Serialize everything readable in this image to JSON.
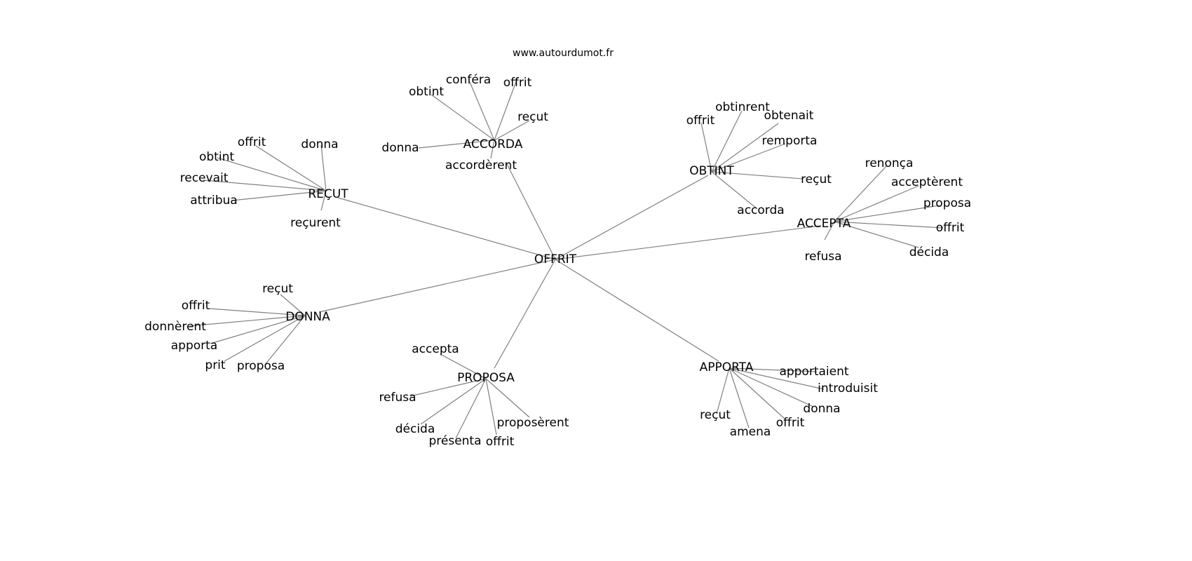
{
  "title": "www.autourdumot.fr",
  "hub": "OFFRIT",
  "clusters": [
    {
      "label": "ACCORDA",
      "leaves": [
        "obtint",
        "conféra",
        "offrit",
        "reçut",
        "donna",
        "accordèrent"
      ]
    },
    {
      "label": "REÇUT",
      "leaves": [
        "offrit",
        "donna",
        "obtint",
        "recevait",
        "attribua",
        "reçurent"
      ]
    },
    {
      "label": "OBTINT",
      "leaves": [
        "offrit",
        "obtinrent",
        "obtenait",
        "remporta",
        "reçut",
        "accorda"
      ]
    },
    {
      "label": "ACCEPTA",
      "leaves": [
        "renonça",
        "acceptèrent",
        "proposa",
        "offrit",
        "décida",
        "refusa"
      ]
    },
    {
      "label": "DONNA",
      "leaves": [
        "reçut",
        "offrit",
        "donnèrent",
        "apporta",
        "prit",
        "proposa"
      ]
    },
    {
      "label": "PROPOSA",
      "leaves": [
        "accepta",
        "refusa",
        "décida",
        "présenta",
        "offrit",
        "proposèrent"
      ]
    },
    {
      "label": "APPORTA",
      "leaves": [
        "apportaient",
        "introduisit",
        "donna",
        "offrit",
        "amena",
        "reçut"
      ]
    }
  ]
}
